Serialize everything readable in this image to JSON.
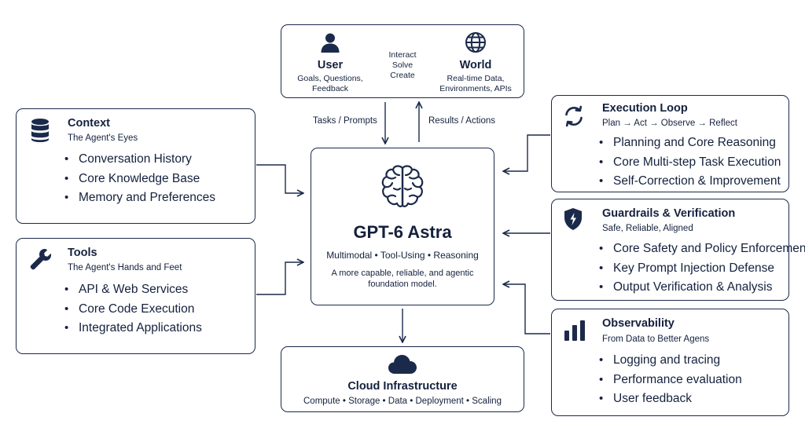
{
  "user": {
    "title": "User",
    "sub": [
      "Goals, Questions,",
      "Feedback"
    ]
  },
  "world": {
    "title": "World",
    "sub": [
      "Real-time Data,",
      "Environments, APIs"
    ]
  },
  "interaction": [
    "Interact",
    "Solve",
    "Create"
  ],
  "edges": {
    "tasks": "Tasks / Prompts",
    "results": "Results / Actions"
  },
  "core": {
    "title": "GPT-6 Astra",
    "tagline": "Multimodal • Tool-Using • Reasoning",
    "desc": [
      "A more capable, reliable, and agentic",
      "foundation model."
    ]
  },
  "context": {
    "title": "Context",
    "subtitle": "The Agent's Eyes",
    "items": [
      "Conversation History",
      "Core Knowledge Base",
      "Memory and Preferences"
    ]
  },
  "tools": {
    "title": "Tools",
    "subtitle": "The Agent's Hands and Feet",
    "items": [
      "API & Web Services",
      "Core Code Execution",
      "Integrated Applications"
    ]
  },
  "execution": {
    "title": "Execution Loop",
    "subtitle": "Plan → Act → Observe → Reflect",
    "items": [
      "Planning and Core Reasoning",
      "Core Multi-step Task Execution",
      "Self-Correction & Improvement"
    ]
  },
  "guardrails": {
    "title": "Guardrails & Verification",
    "subtitle": "Safe, Reliable, Aligned",
    "items": [
      "Core Safety and Policy Enforcement",
      "Key Prompt Injection Defense",
      "Output Verification & Analysis"
    ]
  },
  "observability": {
    "title": "Observability",
    "subtitle": "From Data to Better Agens",
    "items": [
      "Logging and tracing",
      "Performance evaluation",
      "User feedback"
    ]
  },
  "cloud": {
    "title": "Cloud Infrastructure",
    "subtitle": "Compute • Storage • Data • Deployment • Scaling"
  },
  "colors": {
    "navy": "#1b2a4a",
    "text": "#14213d"
  }
}
